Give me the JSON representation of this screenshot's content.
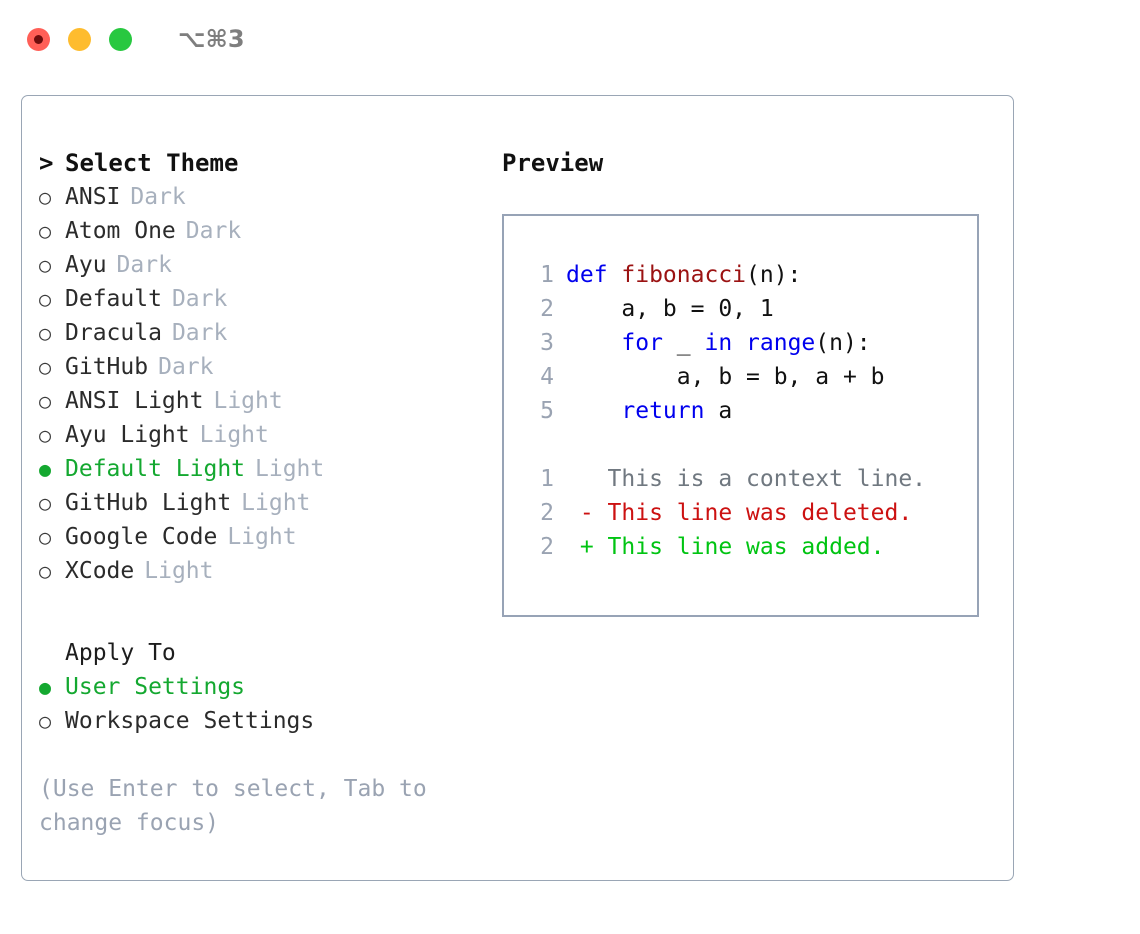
{
  "titlebar": {
    "shortcut": "⌥⌘3",
    "buttons": [
      {
        "name": "close",
        "color": "#ff5f57"
      },
      {
        "name": "minimize",
        "color": "#febc2e"
      },
      {
        "name": "maximize",
        "color": "#28c840"
      }
    ]
  },
  "theme_picker": {
    "heading": "Select Theme",
    "caret": ">",
    "marker_selected": "●",
    "marker_unselected": "○",
    "items": [
      {
        "label": "ANSI",
        "badge": "Dark",
        "selected": false
      },
      {
        "label": "Atom One",
        "badge": "Dark",
        "selected": false
      },
      {
        "label": "Ayu",
        "badge": "Dark",
        "selected": false
      },
      {
        "label": "Default",
        "badge": "Dark",
        "selected": false
      },
      {
        "label": "Dracula",
        "badge": "Dark",
        "selected": false
      },
      {
        "label": "GitHub",
        "badge": "Dark",
        "selected": false
      },
      {
        "label": "ANSI Light",
        "badge": "Light",
        "selected": false
      },
      {
        "label": "Ayu Light",
        "badge": "Light",
        "selected": false
      },
      {
        "label": "Default Light",
        "badge": "Light",
        "selected": true
      },
      {
        "label": "GitHub Light",
        "badge": "Light",
        "selected": false
      },
      {
        "label": "Google Code",
        "badge": "Light",
        "selected": false
      },
      {
        "label": "XCode",
        "badge": "Light",
        "selected": false
      }
    ]
  },
  "apply_to": {
    "label": "Apply To",
    "items": [
      {
        "label": "User Settings",
        "selected": true
      },
      {
        "label": "Workspace Settings",
        "selected": false
      }
    ]
  },
  "hint": "(Use Enter to select, Tab to change focus)",
  "preview": {
    "title": "Preview",
    "code_lines": [
      {
        "no": "1",
        "tokens": [
          {
            "t": "def ",
            "c": "kw"
          },
          {
            "t": "fibonacci",
            "c": "fn"
          },
          {
            "t": "(n):",
            "c": "code"
          }
        ]
      },
      {
        "no": "2",
        "tokens": [
          {
            "t": "    a, b = 0, 1",
            "c": "code"
          }
        ]
      },
      {
        "no": "3",
        "tokens": [
          {
            "t": "    ",
            "c": "code"
          },
          {
            "t": "for",
            "c": "kw"
          },
          {
            "t": " _ ",
            "c": "code"
          },
          {
            "t": "in range",
            "c": "kw"
          },
          {
            "t": "(n):",
            "c": "code"
          }
        ]
      },
      {
        "no": "4",
        "tokens": [
          {
            "t": "        a, b = b, a + b",
            "c": "code"
          }
        ]
      },
      {
        "no": "5",
        "tokens": [
          {
            "t": "    ",
            "c": "code"
          },
          {
            "t": "return",
            "c": "kw"
          },
          {
            "t": " a",
            "c": "code"
          }
        ]
      }
    ],
    "diff_lines": [
      {
        "no": "1",
        "tokens": [
          {
            "t": "   This is a context line.",
            "c": "ctx"
          }
        ]
      },
      {
        "no": "2",
        "tokens": [
          {
            "t": " - This line was deleted.",
            "c": "del"
          }
        ]
      },
      {
        "no": "2",
        "tokens": [
          {
            "t": " + This line was added.",
            "c": "add"
          }
        ]
      }
    ]
  },
  "colors": {
    "accent_green": "#14a830",
    "badge_gray": "#a7b0bd",
    "border": "#9aa6b5",
    "preview_border": "#97a3b6",
    "keyword_blue": "#0000ee",
    "function_red": "#9b1212",
    "diff_add": "#00c412",
    "diff_del": "#cc1111",
    "line_number": "#9aa3b2"
  }
}
